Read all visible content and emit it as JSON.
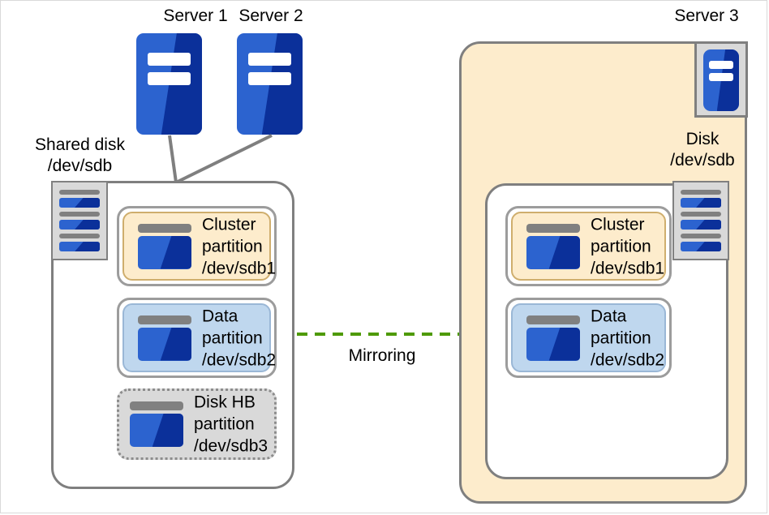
{
  "diagram": {
    "servers": [
      {
        "id": "server1",
        "label": "Server 1",
        "icon": "server-tower-icon"
      },
      {
        "id": "server2",
        "label": "Server 2",
        "icon": "server-tower-icon"
      },
      {
        "id": "server3",
        "label": "Server 3",
        "icon": "server-tower-icon"
      }
    ],
    "left_group": {
      "disk_label": "Shared disk\n/dev/sdb",
      "disk_icon": "disk-stack-icon",
      "partitions": [
        {
          "id": "cluster",
          "name": "Cluster\npartition\n/dev/sdb1",
          "style": "cluster",
          "fill": "#fdeccc"
        },
        {
          "id": "data",
          "name": "Data\npartition\n/dev/sdb2",
          "style": "data",
          "fill": "#bfd7ee"
        },
        {
          "id": "diskhb",
          "name": "Disk HB\npartition\n/dev/sdb3",
          "style": "dashed",
          "fill": "#d9d9d9"
        }
      ]
    },
    "right_group": {
      "disk_label": "Disk\n/dev/sdb",
      "disk_icon": "disk-stack-icon",
      "container_fill": "#fdeccc",
      "partitions": [
        {
          "id": "cluster",
          "name": "Cluster\npartition\n/dev/sdb1",
          "style": "cluster",
          "fill": "#fdeccc"
        },
        {
          "id": "data",
          "name": "Data\npartition\n/dev/sdb2",
          "style": "data",
          "fill": "#bfd7ee"
        }
      ]
    },
    "mirroring": {
      "label": "Mirroring",
      "arrow_color": "#4e9a06",
      "arrow_style": "dashed",
      "direction": "left-to-right"
    },
    "colors": {
      "server_light_blue": "#2c63cf",
      "server_dark_blue": "#0b309a",
      "border_gray": "#7f7f7f",
      "disk_bar_gray": "#808080",
      "cluster_fill": "#fdeccc",
      "data_fill": "#bfd7ee",
      "diskhb_fill": "#d9d9d9"
    }
  }
}
